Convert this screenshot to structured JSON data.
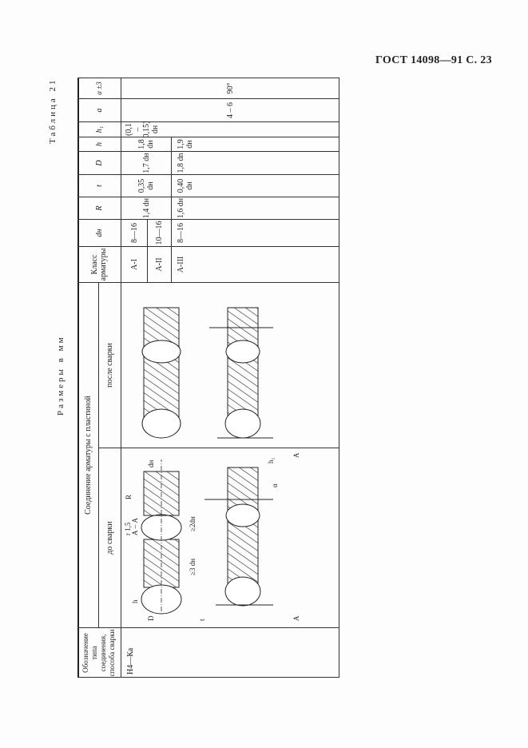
{
  "header": {
    "doc_ref": "ГОСТ 14098—91 С. 23"
  },
  "table_caption": "Таблица 21",
  "units_caption": "Размеры в мм",
  "table": {
    "col_designation": "Обозначение типа соединения, способа сварки",
    "col_joint": "Соединение арматуры с пластиной",
    "col_before": "до сварки",
    "col_after": "после сварки",
    "col_class": "Класс арматуры",
    "col_dn": "dн",
    "col_R": "R",
    "col_t": "t",
    "col_D": "D",
    "col_h": "h",
    "col_h1": "h₁",
    "col_a": "a",
    "col_alpha": "α ±3",
    "designation": "Н4—Ка",
    "classes": [
      "А-I",
      "А-II",
      "А-III"
    ],
    "dn": [
      "8—16",
      "10—16",
      "8—16"
    ],
    "R": [
      "1,4 dн",
      "1,6 dн"
    ],
    "t": [
      "0,35 dн",
      "0,40 dн"
    ],
    "D": [
      "1,7 dн",
      "1,8 dn"
    ],
    "h": [
      "1,8 dн",
      "1,9 dн"
    ],
    "h1": "(0,1 – 0,15) dн",
    "a": "4 – 6",
    "alpha": "90°"
  },
  "drawing": {
    "section": "А – А",
    "radius": "r 1,5",
    "R": "R",
    "ge2dn": "≥2dн",
    "ge3dn": "≥3 dн",
    "dn": "dн",
    "h": "h",
    "D": "D",
    "t": "t",
    "A": "А",
    "alpha": "α",
    "h1": "h₁"
  }
}
